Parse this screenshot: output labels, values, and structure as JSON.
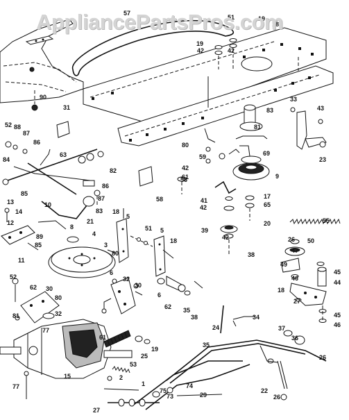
{
  "watermark": "AppliancePartsPros.com",
  "labels": [
    "57",
    "19",
    "51",
    "19",
    "42",
    "42",
    "18",
    "90",
    "31",
    "83",
    "33",
    "43",
    "52",
    "88",
    "87",
    "86",
    "81",
    "80",
    "59",
    "69",
    "42",
    "61",
    "23",
    "84",
    "63",
    "82",
    "58",
    "85",
    "86",
    "56",
    "9",
    "83",
    "87",
    "13",
    "14",
    "12",
    "89",
    "85",
    "10",
    "8",
    "21",
    "18",
    "5",
    "51",
    "5",
    "41",
    "42",
    "17",
    "65",
    "20",
    "55",
    "4",
    "3",
    "11",
    "80",
    "6",
    "18",
    "39",
    "42",
    "38",
    "26",
    "50",
    "47",
    "49",
    "45",
    "44",
    "52",
    "32",
    "30",
    "6",
    "62",
    "35",
    "38",
    "46",
    "18",
    "27",
    "45",
    "46",
    "62",
    "30",
    "80",
    "32",
    "81",
    "77",
    "61",
    "25",
    "19",
    "24",
    "34",
    "37",
    "36",
    "35",
    "26",
    "53",
    "2",
    "77",
    "15",
    "1",
    "74",
    "29",
    "22",
    "26",
    "27",
    "75",
    "73",
    "76"
  ]
}
